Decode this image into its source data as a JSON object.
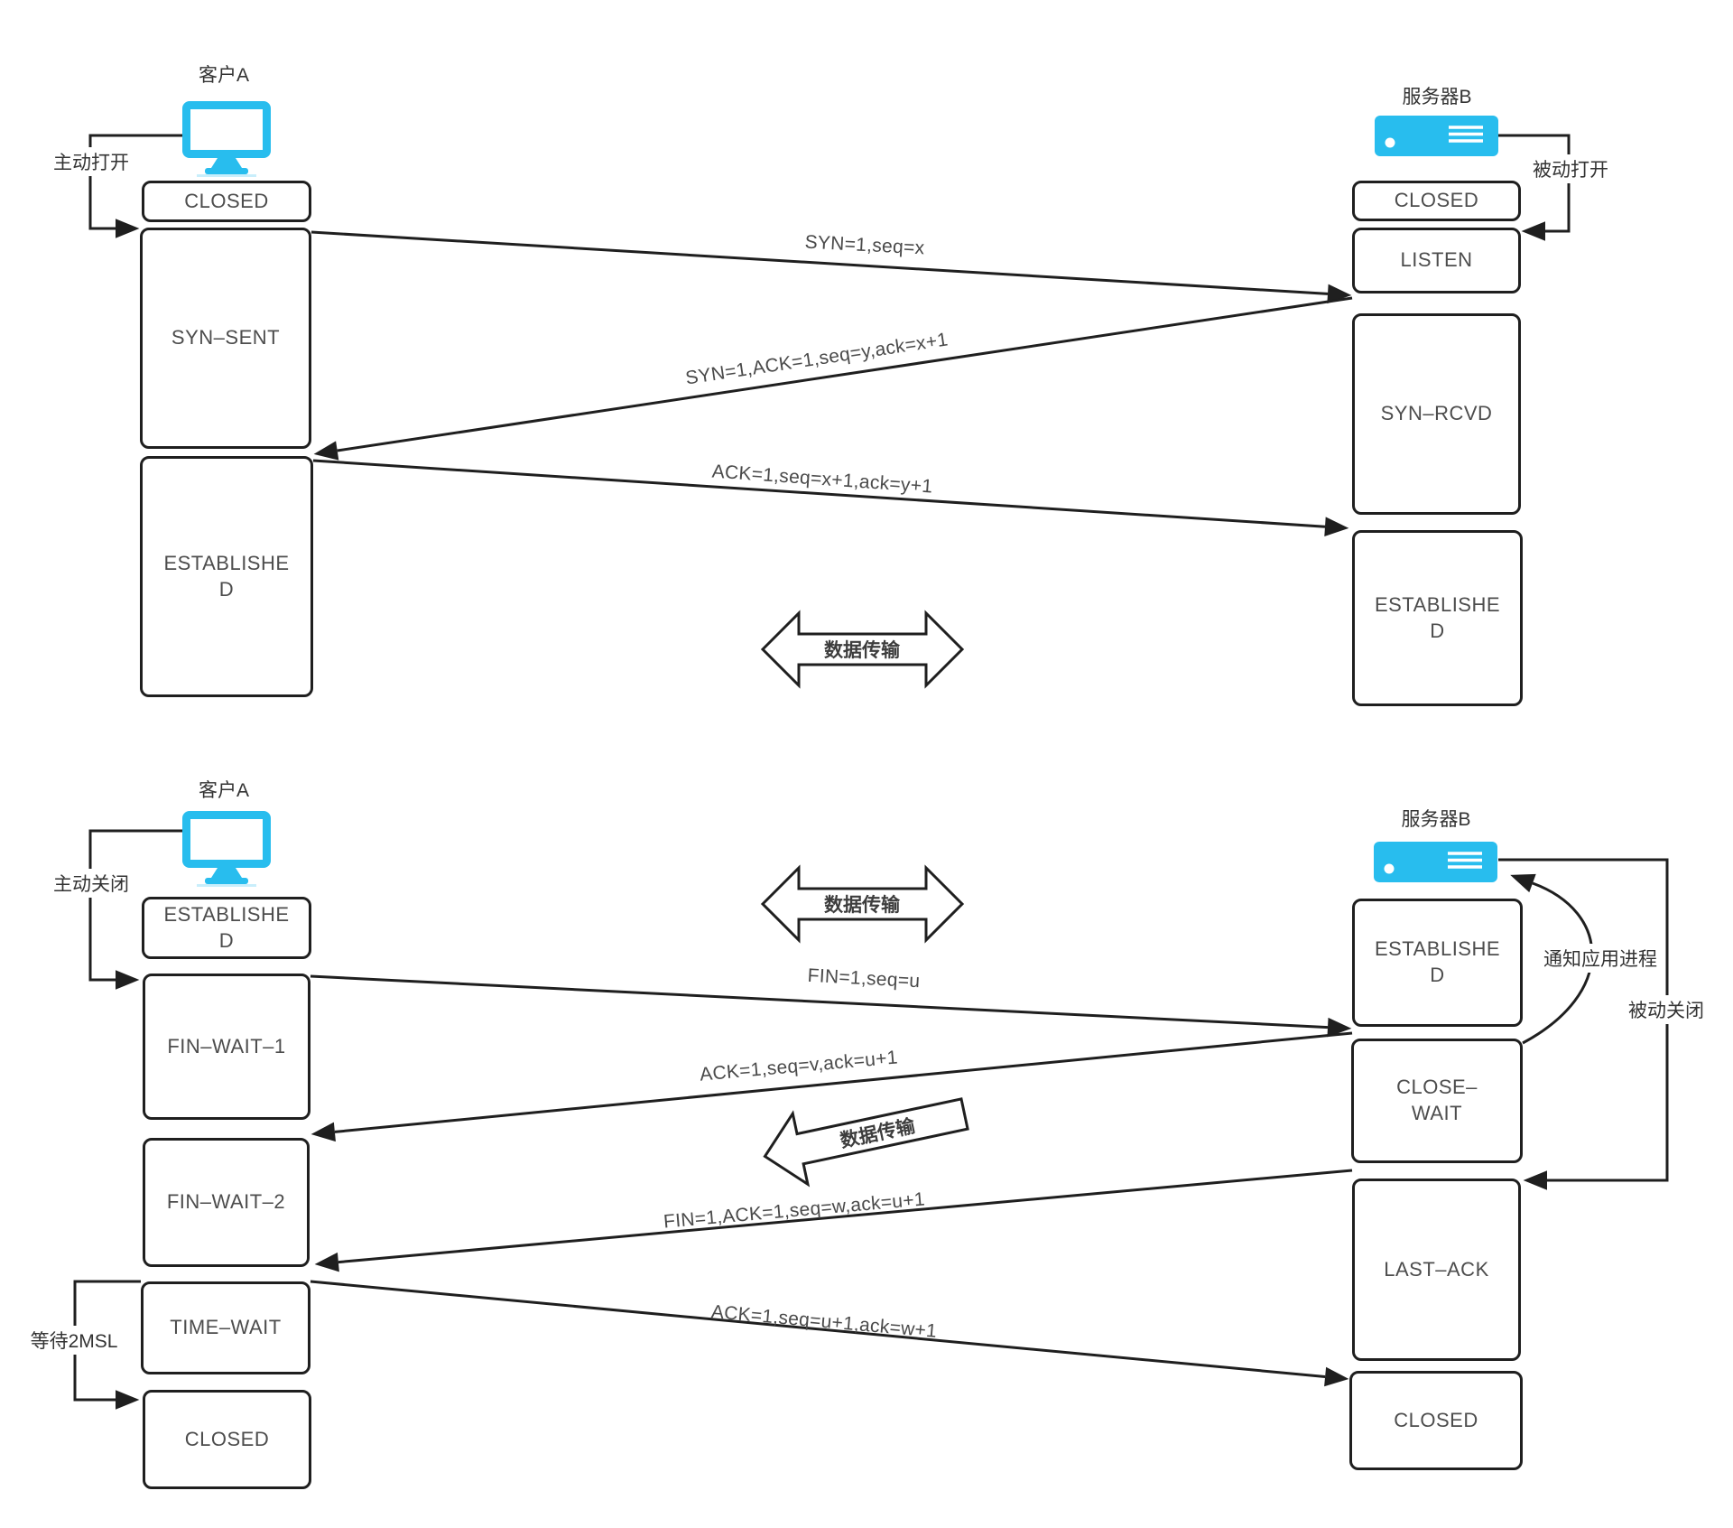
{
  "colors": {
    "accent": "#28bdee",
    "line": "#1f1f1f",
    "text": "#4d4d4d"
  },
  "diagram1": {
    "client": {
      "title": "客户A",
      "action": "主动打开",
      "states": {
        "closed": "CLOSED",
        "syn_sent": "SYN–SENT",
        "established": "ESTABLISHED"
      }
    },
    "server": {
      "title": "服务器B",
      "action": "被动打开",
      "states": {
        "closed": "CLOSED",
        "listen": "LISTEN",
        "syn_rcvd": "SYN–RCVD",
        "established": "ESTABLISHED"
      }
    },
    "messages": {
      "syn": "SYN=1,seq=x",
      "synack": "SYN=1,ACK=1,seq=y,ack=x+1",
      "ack": "ACK=1,seq=x+1,ack=y+1"
    },
    "data_transfer": "数据传输"
  },
  "diagram2": {
    "client": {
      "title": "客户A",
      "action": "主动关闭",
      "wait": "等待2MSL",
      "states": {
        "established": "ESTABLISHED",
        "fin_wait_1": "FIN–WAIT–1",
        "fin_wait_2": "FIN–WAIT–2",
        "time_wait": "TIME–WAIT",
        "closed": "CLOSED"
      }
    },
    "server": {
      "title": "服务器B",
      "action": "被动关闭",
      "notify": "通知应用进程",
      "states": {
        "established": "ESTABLISHED",
        "close_wait": "CLOSE–WAIT",
        "last_ack": "LAST–ACK",
        "closed": "CLOSED"
      }
    },
    "messages": {
      "fin": "FIN=1,seq=u",
      "ack": "ACK=1,seq=v,ack=u+1",
      "finack": "FIN=1,ACK=1,seq=w,ack=u+1",
      "lastack": "ACK=1,seq=u+1,ack=w+1"
    },
    "data_transfer": "数据传输"
  }
}
